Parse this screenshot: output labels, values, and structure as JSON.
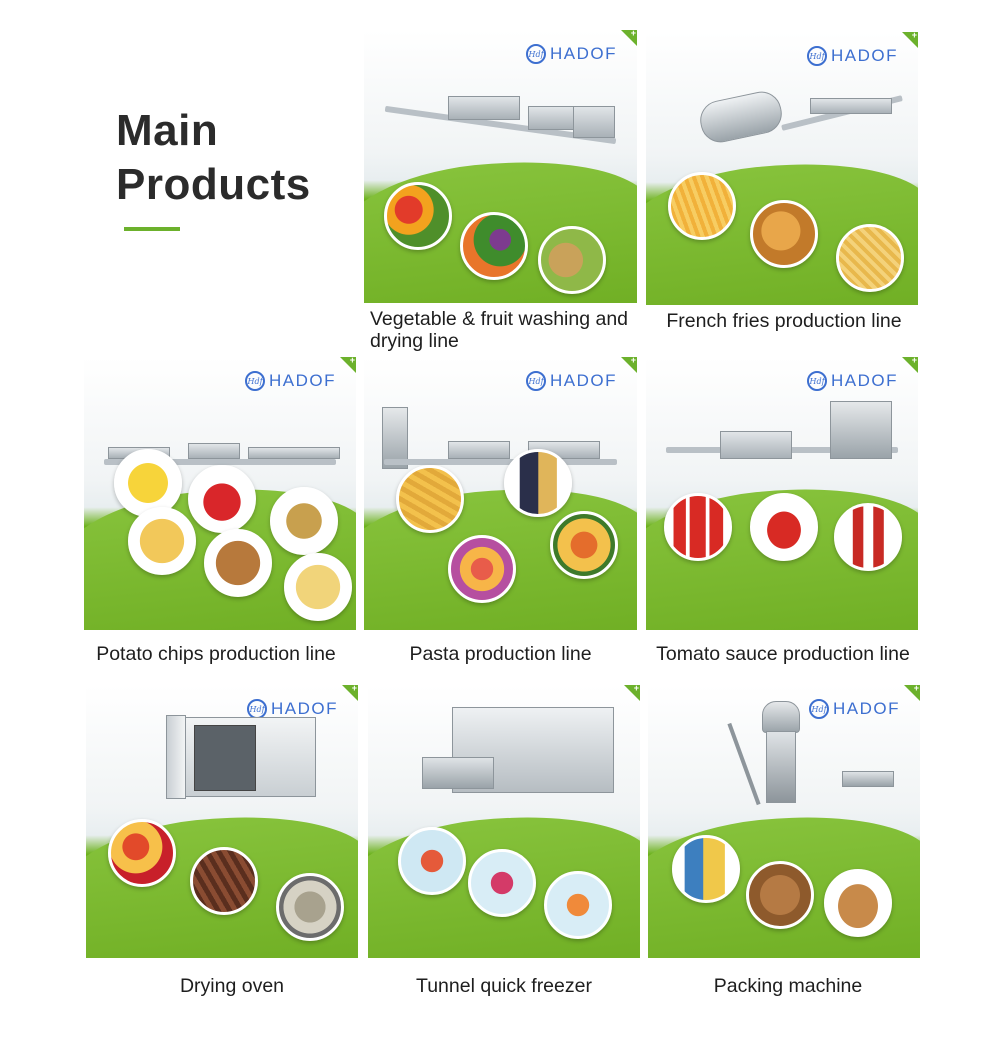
{
  "heading": {
    "line1": "Main",
    "line2": "Products"
  },
  "brand": {
    "logo_mark": "Hdf",
    "logo_text": "HADOF"
  },
  "products": [
    {
      "caption": "Vegetable & fruit washing and drying line",
      "icon": "washing-line-image"
    },
    {
      "caption": "French fries production line",
      "icon": "french-fries-line-image"
    },
    {
      "caption": "Potato chips production line",
      "icon": "potato-chips-line-image"
    },
    {
      "caption": "Pasta production line",
      "icon": "pasta-line-image"
    },
    {
      "caption": "Tomato sauce production line",
      "icon": "tomato-sauce-line-image"
    },
    {
      "caption": "Drying oven",
      "icon": "drying-oven-image"
    },
    {
      "caption": "Tunnel quick freezer",
      "icon": "tunnel-freezer-image"
    },
    {
      "caption": "Packing machine",
      "icon": "packing-machine-image"
    }
  ],
  "colors": {
    "accent_green": "#6cb12c",
    "logo_blue": "#3d6fd0"
  }
}
